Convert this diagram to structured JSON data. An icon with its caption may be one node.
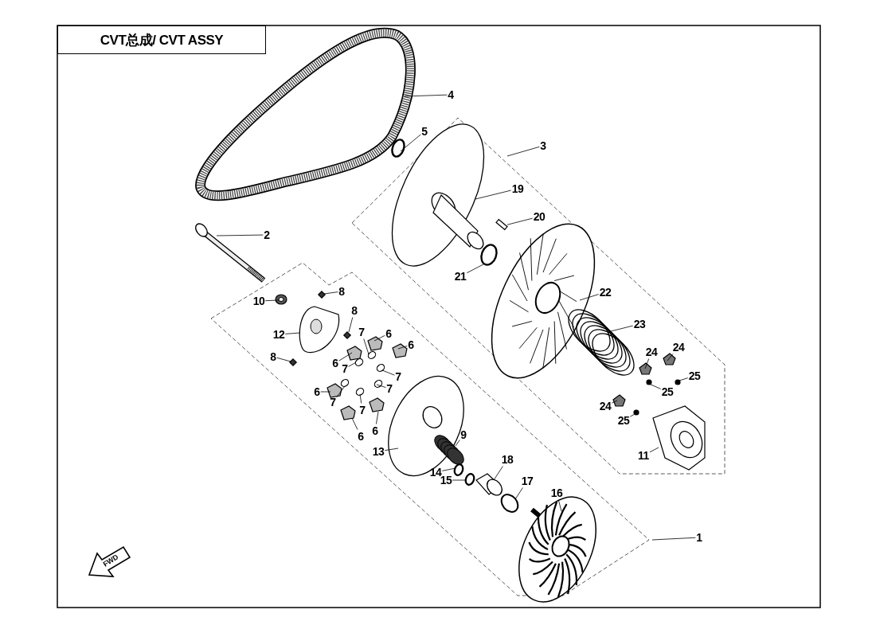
{
  "diagram": {
    "title": "CVT总成/ CVT ASSY",
    "nodes": [
      {
        "text": [
          "4"
        ]
      },
      {
        "text": [
          "5"
        ]
      },
      {
        "text": [
          "3"
        ]
      },
      {
        "text": [
          "19"
        ]
      },
      {
        "text": [
          "20"
        ]
      },
      {
        "text": [
          "2"
        ]
      },
      {
        "text": [
          "21"
        ]
      },
      {
        "text": [
          "8"
        ]
      },
      {
        "text": [
          "22"
        ]
      },
      {
        "text": [
          "10"
        ]
      },
      {
        "text": [
          "8"
        ]
      },
      {
        "text": [
          "23"
        ]
      },
      {
        "text": [
          "12"
        ]
      },
      {
        "text": [
          "6"
        ]
      },
      {
        "text": [
          "7"
        ]
      },
      {
        "text": [
          "6"
        ]
      },
      {
        "text": [
          "24"
        ]
      },
      {
        "text": [
          "24"
        ]
      },
      {
        "text": [
          "8"
        ]
      },
      {
        "text": [
          "6"
        ]
      },
      {
        "text": [
          "7"
        ]
      },
      {
        "text": [
          "25"
        ]
      },
      {
        "text": [
          "7"
        ]
      },
      {
        "text": [
          "7"
        ]
      },
      {
        "text": [
          "25"
        ]
      },
      {
        "text": [
          "6"
        ]
      },
      {
        "text": [
          "7"
        ]
      },
      {
        "text": [
          "24"
        ]
      },
      {
        "text": [
          "7"
        ]
      },
      {
        "text": [
          "25"
        ]
      },
      {
        "text": [
          "6"
        ]
      },
      {
        "text": [
          "6"
        ]
      },
      {
        "text": [
          "9"
        ]
      },
      {
        "text": [
          "13"
        ]
      },
      {
        "text": [
          "11"
        ]
      },
      {
        "text": [
          "18"
        ]
      },
      {
        "text": [
          "14"
        ]
      },
      {
        "text": [
          "15"
        ]
      },
      {
        "text": [
          "17"
        ]
      },
      {
        "text": [
          "16"
        ]
      },
      {
        "text": [
          "1"
        ]
      },
      {
        "text": [],
        "shape": "picture"
      },
      {
        "text": [],
        "shape": "circle"
      },
      {
        "text": [],
        "shape": "picture"
      },
      {
        "text": [],
        "shape": "box"
      },
      {
        "text": [],
        "shape": "picture"
      },
      {
        "text": [],
        "shape": "circle"
      },
      {
        "text": [],
        "shape": "diamond"
      },
      {
        "text": [],
        "shape": "picture"
      },
      {
        "text": [],
        "shape": "picture"
      },
      {
        "text": [],
        "shape": "diamond"
      },
      {
        "text": [],
        "shape": "picture"
      },
      {
        "text": [],
        "shape": "picture"
      },
      {
        "text": [],
        "shape": "picture"
      },
      {
        "text": [],
        "shape": "circle"
      },
      {
        "text": [],
        "shape": "picture"
      },
      {
        "text": [],
        "shape": "picture"
      },
      {
        "text": [],
        "shape": "picture"
      },
      {
        "text": [],
        "shape": "diamond"
      },
      {
        "text": [],
        "shape": "picture"
      },
      {
        "text": [],
        "shape": "circle"
      },
      {
        "text": [],
        "shape": "circle"
      },
      {
        "text": [],
        "shape": "circle"
      },
      {
        "text": [],
        "shape": "circle"
      },
      {
        "text": [],
        "shape": "circle"
      },
      {
        "text": [],
        "shape": "picture"
      },
      {
        "text": [],
        "shape": "circle"
      },
      {
        "text": [],
        "shape": "picture"
      },
      {
        "text": [],
        "shape": "circle"
      },
      {
        "text": [],
        "shape": "circle"
      },
      {
        "text": [],
        "shape": "picture"
      },
      {
        "text": [],
        "shape": "picture"
      },
      {
        "text": [],
        "shape": "picture",
        "in": 73
      },
      {
        "text": [],
        "shape": "picture"
      },
      {
        "text": [],
        "shape": "picture"
      },
      {
        "text": [],
        "shape": "picture"
      },
      {
        "text": [],
        "shape": "circle"
      },
      {
        "text": [],
        "shape": "circle"
      },
      {
        "text": [],
        "shape": "circle"
      },
      {
        "text": [],
        "shape": "picture"
      }
    ],
    "edges": [
      {
        "from": 0,
        "to": 41,
        "arrow": "none"
      },
      {
        "from": 1,
        "to": 42,
        "arrow": "none"
      },
      {
        "from": 2,
        "to": null,
        "arrow": "none"
      },
      {
        "from": 3,
        "to": 43,
        "arrow": "none"
      },
      {
        "from": 4,
        "to": 44,
        "arrow": "none"
      },
      {
        "from": 5,
        "to": 45,
        "arrow": "none"
      },
      {
        "from": 6,
        "to": 46,
        "arrow": "none"
      },
      {
        "from": 7,
        "to": 47,
        "arrow": "none"
      },
      {
        "from": 8,
        "to": 48,
        "arrow": "none"
      },
      {
        "from": 9,
        "to": 49,
        "arrow": "none"
      },
      {
        "from": 10,
        "to": 50,
        "arrow": "none"
      },
      {
        "from": 11,
        "to": 51,
        "arrow": "none"
      },
      {
        "from": 12,
        "to": 52,
        "arrow": "none"
      },
      {
        "from": 13,
        "to": 53,
        "arrow": "none"
      },
      {
        "from": 14,
        "to": 54,
        "arrow": "none"
      },
      {
        "from": 15,
        "to": 55,
        "arrow": "none"
      },
      {
        "from": 16,
        "to": 56,
        "arrow": "none"
      },
      {
        "from": 17,
        "to": 57,
        "arrow": "none"
      },
      {
        "from": 18,
        "to": 58,
        "arrow": "none"
      },
      {
        "from": 19,
        "to": 59,
        "arrow": "none"
      },
      {
        "from": 20,
        "to": 60,
        "arrow": "none"
      },
      {
        "from": 21,
        "to": 61,
        "arrow": "none"
      },
      {
        "from": 22,
        "to": 62,
        "arrow": "none"
      },
      {
        "from": 23,
        "to": 63,
        "arrow": "none"
      },
      {
        "from": 24,
        "to": 64,
        "arrow": "none"
      },
      {
        "from": 25,
        "to": 65,
        "arrow": "none"
      },
      {
        "from": 26,
        "to": 66,
        "arrow": "none"
      },
      {
        "from": 27,
        "to": 67,
        "arrow": "none"
      },
      {
        "from": 28,
        "to": 68,
        "arrow": "none"
      },
      {
        "from": 29,
        "to": 69,
        "arrow": "none"
      },
      {
        "from": 30,
        "to": 70,
        "arrow": "none"
      },
      {
        "from": 31,
        "to": 71,
        "arrow": "none"
      },
      {
        "from": 32,
        "to": 72,
        "arrow": "none"
      },
      {
        "from": 33,
        "to": 73,
        "arrow": "none"
      },
      {
        "from": 34,
        "to": 74,
        "arrow": "none"
      },
      {
        "from": 35,
        "to": 75,
        "arrow": "none"
      },
      {
        "from": 36,
        "to": 76,
        "arrow": "none"
      },
      {
        "from": 37,
        "to": 77,
        "arrow": "none"
      },
      {
        "from": 38,
        "to": 78,
        "arrow": "none"
      },
      {
        "from": 39,
        "to": 79,
        "arrow": "none"
      },
      {
        "from": 40,
        "to": null,
        "arrow": "none"
      }
    ],
    "labels": [
      "FWD"
    ]
  }
}
